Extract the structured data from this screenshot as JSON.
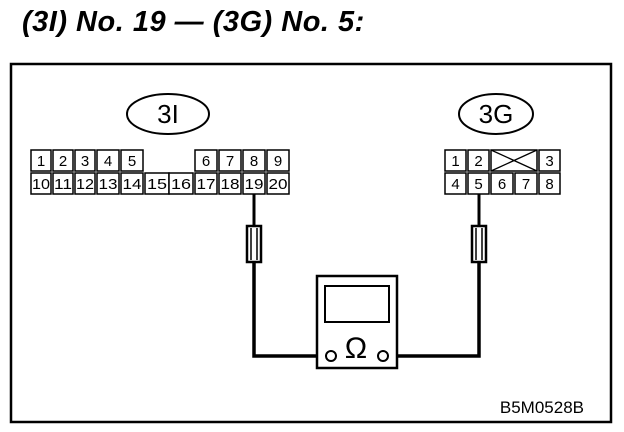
{
  "title": "(3I) No. 19 — (3G) No. 5:",
  "connector_3i": {
    "label": "3I",
    "top_row": [
      "1",
      "2",
      "3",
      "4",
      "5",
      "6",
      "7",
      "8",
      "9"
    ],
    "bottom_row": [
      "10",
      "11",
      "12",
      "13",
      "14",
      "15",
      "16",
      "17",
      "18",
      "19",
      "20"
    ]
  },
  "connector_3g": {
    "label": "3G",
    "top_row": [
      "1",
      "2",
      "3"
    ],
    "bottom_row": [
      "4",
      "5",
      "6",
      "7",
      "8"
    ]
  },
  "meter": {
    "symbol": "Ω"
  },
  "figure_code": "B5M0528B"
}
